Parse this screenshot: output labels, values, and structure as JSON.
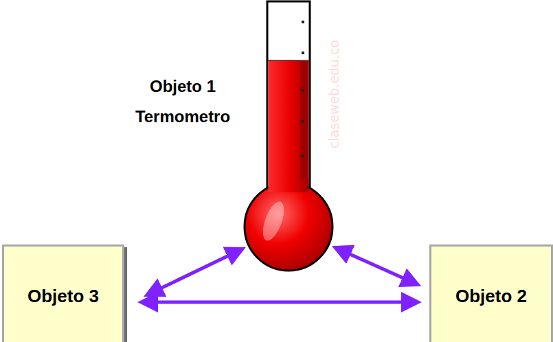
{
  "diagram": {
    "nodes": [
      {
        "text": [
          "Objeto 1 Termometro"
        ]
      },
      {
        "text": [
          "Objeto 3"
        ]
      },
      {
        "text": [
          "Objeto 2"
        ]
      }
    ],
    "edges": [
      {
        "from": 0,
        "to": 1,
        "arrow": "both"
      },
      {
        "from": 0,
        "to": 2,
        "arrow": "both"
      },
      {
        "from": 1,
        "to": 2,
        "arrow": "both"
      }
    ],
    "labels": [
      "claseweb.edu.co"
    ]
  }
}
